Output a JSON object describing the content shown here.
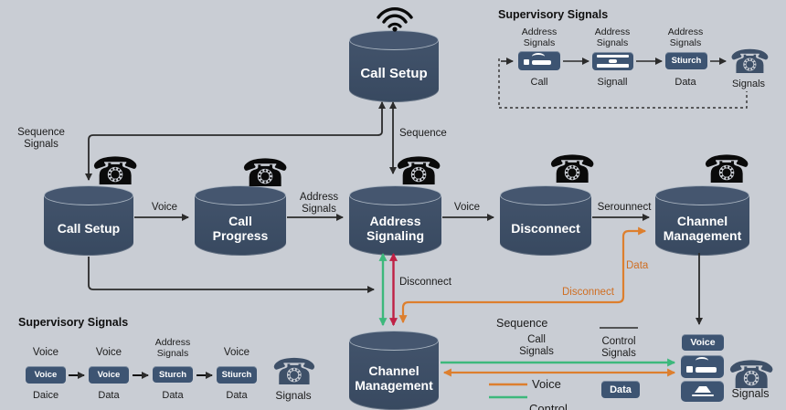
{
  "colors": {
    "background": "#c9cdd4",
    "cylinder": "#3f5068",
    "node_box": "#3d5472",
    "arrow_black": "#2b2b2b",
    "arrow_green": "#3db87c",
    "arrow_orange": "#dd7f2e",
    "arrow_crimson": "#bf2145",
    "phone_navy": "#3e5068"
  },
  "icons": {
    "phone": "☎"
  },
  "top_flow": {
    "node": "Call Setup",
    "sequence_label": "Sequence",
    "sequence_signals_label": "Sequence Signals"
  },
  "main_flow": {
    "nodes": [
      "Call Setup",
      "Call Progress",
      "Address Signaling",
      "Disconnect",
      "Channel Management"
    ],
    "edges": [
      "Voice",
      "Address Signals",
      "Voice",
      "Serounnect"
    ]
  },
  "bottom_flow": {
    "node": "Channel Management",
    "disconnect_label": "Disconnect",
    "disconnect_orange_label": "Disconnect",
    "data_orange_label": "Data"
  },
  "top_right_panel": {
    "title": "Supervisory Signals",
    "steps": [
      {
        "above": "Address Signals",
        "below": "Call"
      },
      {
        "above": "Address Signals",
        "below": "Signall"
      },
      {
        "above": "Address Signals",
        "box": "Stiurch",
        "below": "Data"
      },
      {
        "below": "Signals"
      }
    ]
  },
  "bottom_left_panel": {
    "title": "Supervisory Signals",
    "steps": [
      {
        "above": "Voice",
        "box": "Voice",
        "below": "Daice"
      },
      {
        "above": "Voice",
        "box": "Voice",
        "below": "Data"
      },
      {
        "above": "Address Signals",
        "box": "Sturch",
        "below": "Data"
      },
      {
        "above": "Voice",
        "box": "Stiurch",
        "below": "Data"
      },
      {
        "below": "Signals"
      }
    ]
  },
  "legend": {
    "sequence": "Sequence",
    "call_signals": "Call Signals",
    "control_signals": "Control Signals",
    "voice": "Voice",
    "control": "Control",
    "data_box": "Data",
    "voice_box": "Voice",
    "signals": "Signals"
  }
}
